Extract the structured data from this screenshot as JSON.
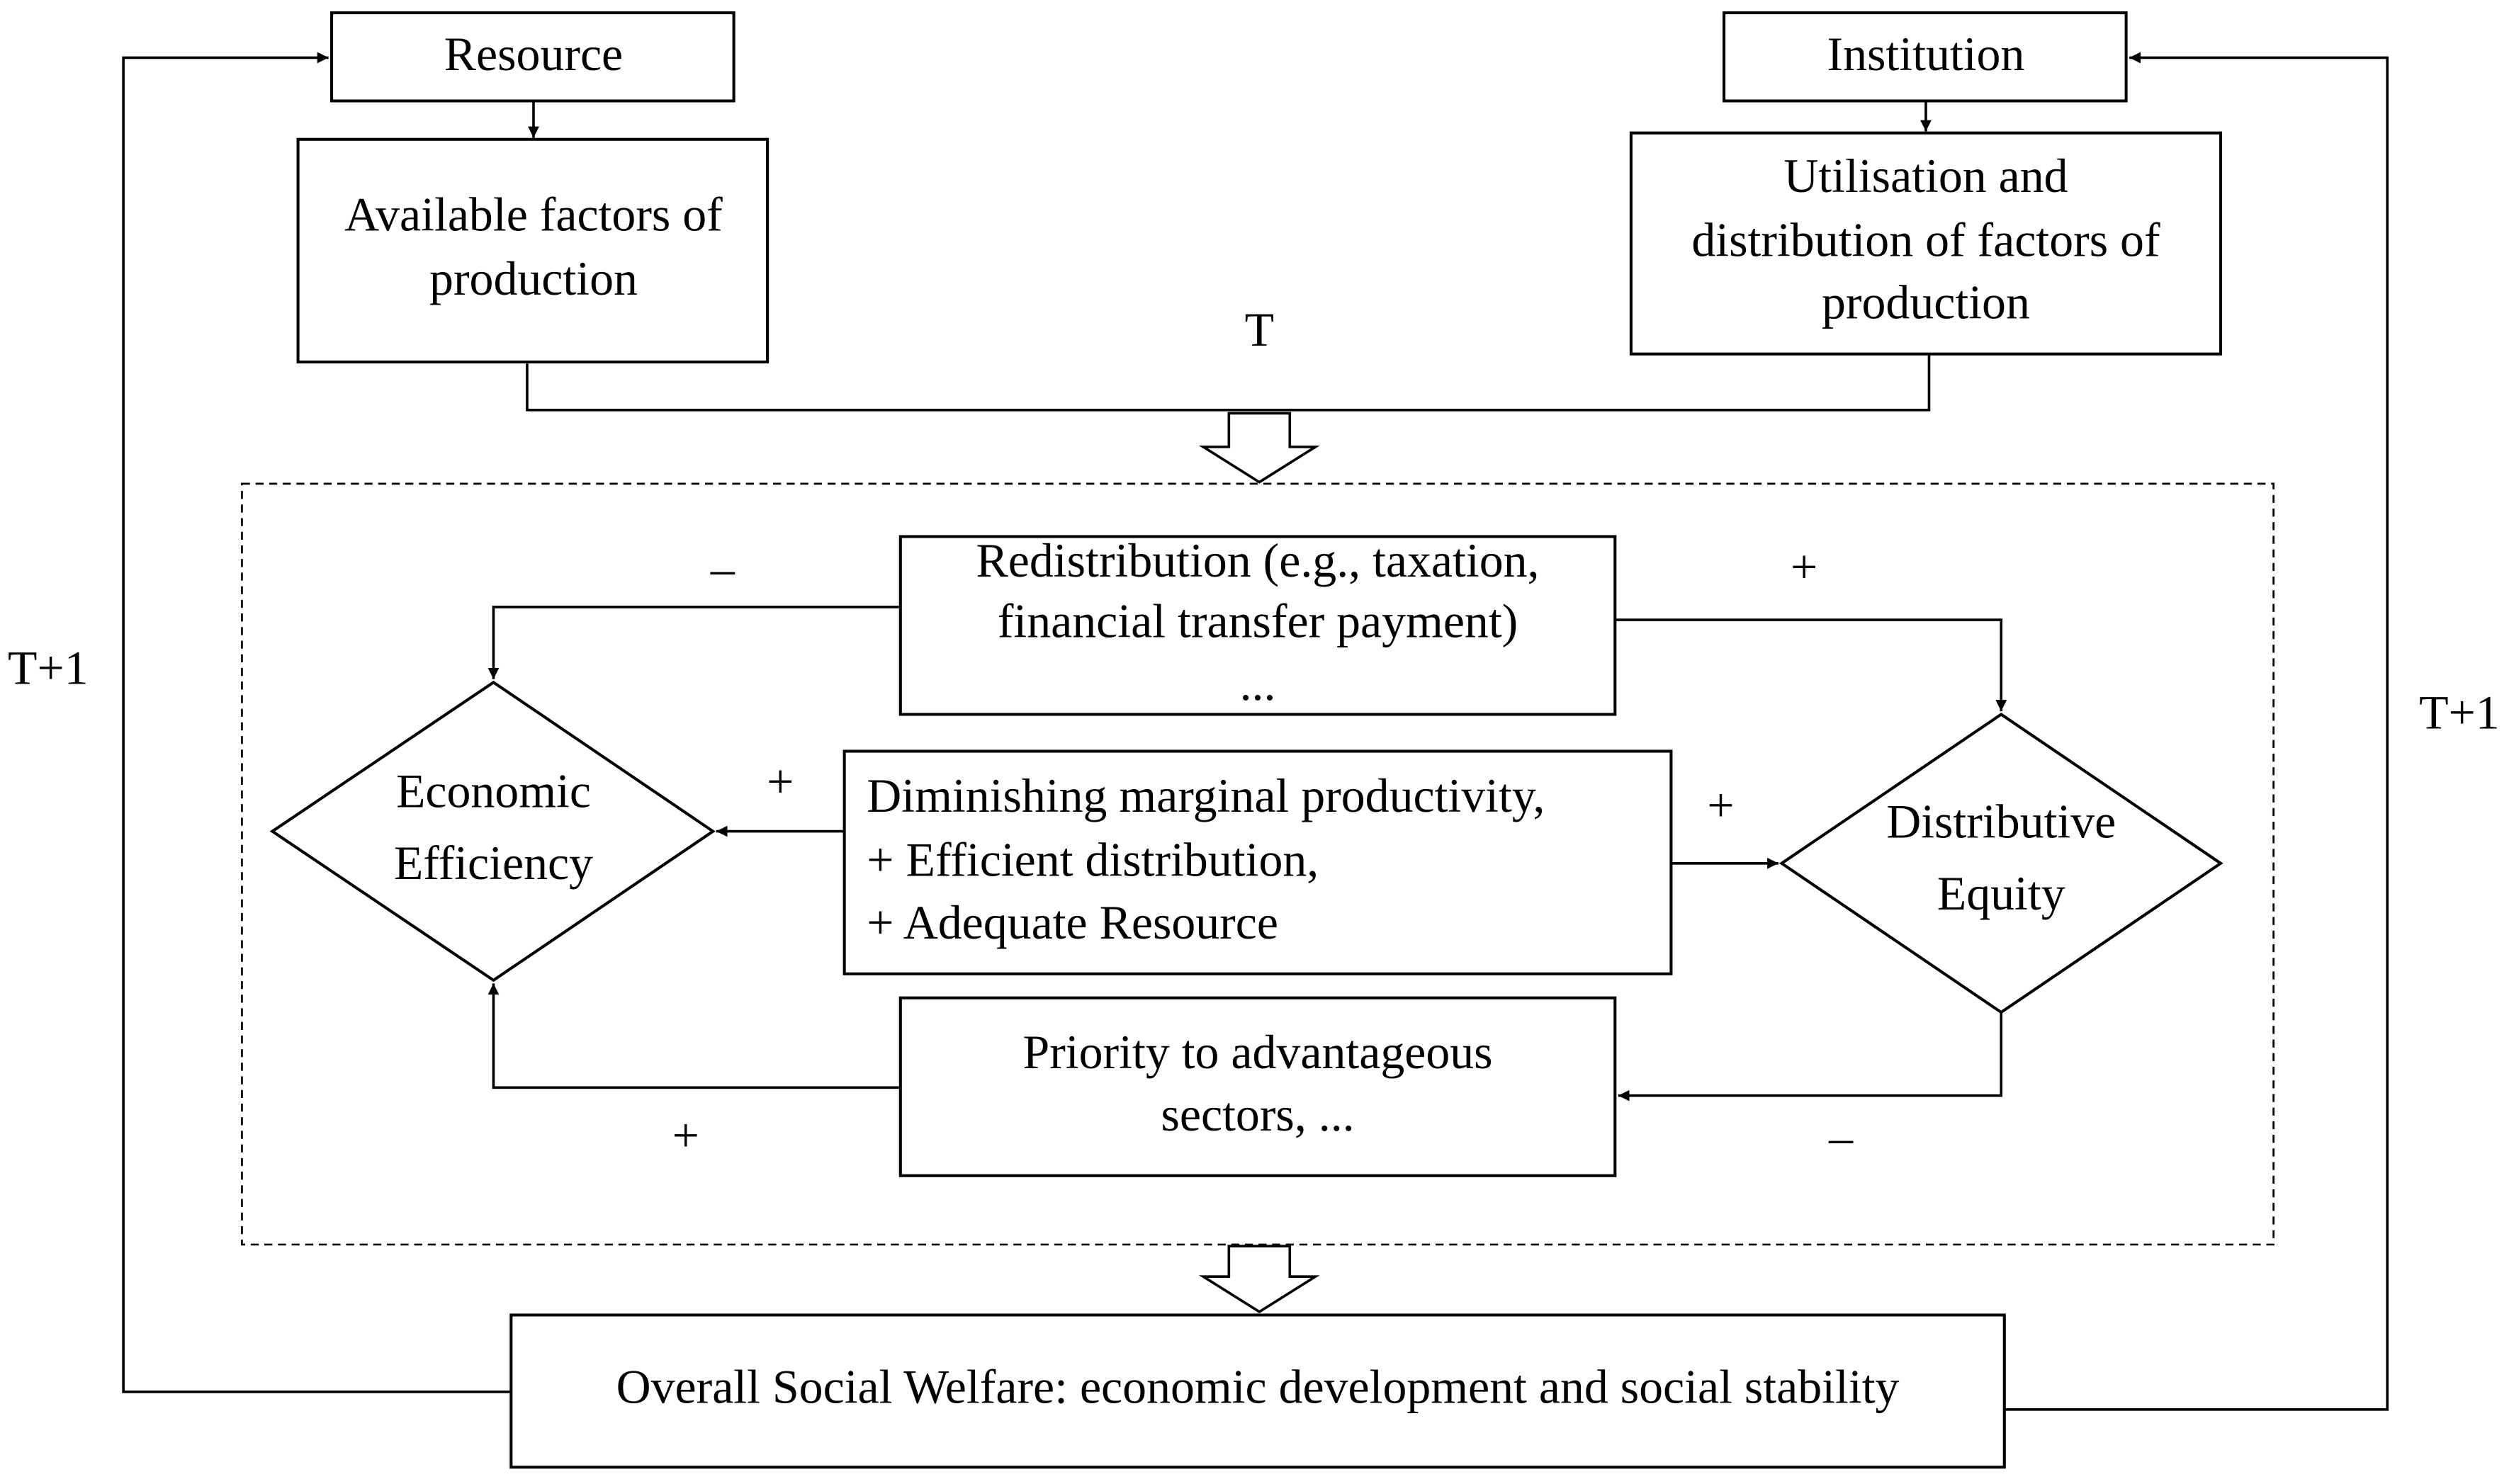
{
  "nodes": {
    "resource": "Resource",
    "available": [
      "Available factors of",
      "production"
    ],
    "institution": "Institution",
    "utilisation": [
      "Utilisation and",
      "distribution of factors of",
      "production"
    ],
    "redistribution": [
      "Redistribution (e.g., taxation,",
      "financial transfer payment)",
      "..."
    ],
    "diminishing": [
      "Diminishing marginal productivity,",
      "+ Efficient distribution,",
      "+ Adequate Resource"
    ],
    "priority": [
      "Priority to advantageous",
      "sectors, ..."
    ],
    "efficiency": [
      "Economic",
      "Efficiency"
    ],
    "equity": [
      "Distributive",
      "Equity"
    ],
    "welfare": "Overall Social Welfare: economic development and social stability"
  },
  "labels": {
    "time_t": "T",
    "time_t1_left": "T+1",
    "time_t1_right": "T+1",
    "redistribution_to_efficiency": "–",
    "redistribution_to_equity": "+",
    "diminishing_to_efficiency": "+",
    "diminishing_to_equity": "+",
    "priority_to_efficiency": "+",
    "equity_to_priority": "–"
  }
}
